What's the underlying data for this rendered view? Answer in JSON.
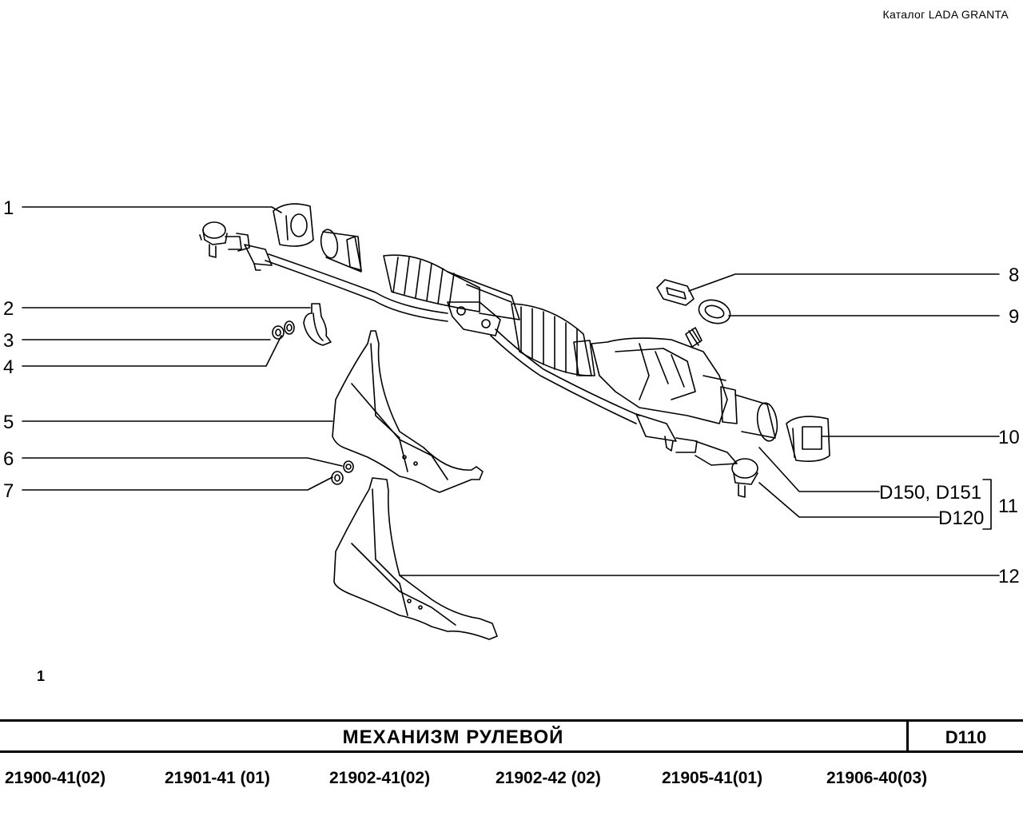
{
  "header": {
    "catalog": "Каталог  LADA  GRANTA"
  },
  "callouts": {
    "c1": "1",
    "c2": "2",
    "c3": "3",
    "c4": "4",
    "c5": "5",
    "c6": "6",
    "c7": "7",
    "c8": "8",
    "c9": "9",
    "c10": "10",
    "c11": "11",
    "c12": "12",
    "ref_d150_d151": "D150, D151",
    "ref_d120": "D120"
  },
  "sheet_number": "1",
  "title": {
    "name": "МЕХАНИЗМ   РУЛЕВОЙ",
    "code": "D110"
  },
  "models": [
    "21900-41(02)",
    "21901-41 (01)",
    "21902-41(02)",
    "21902-42 (02)",
    "21905-41(01)",
    "21906-40(03)"
  ]
}
